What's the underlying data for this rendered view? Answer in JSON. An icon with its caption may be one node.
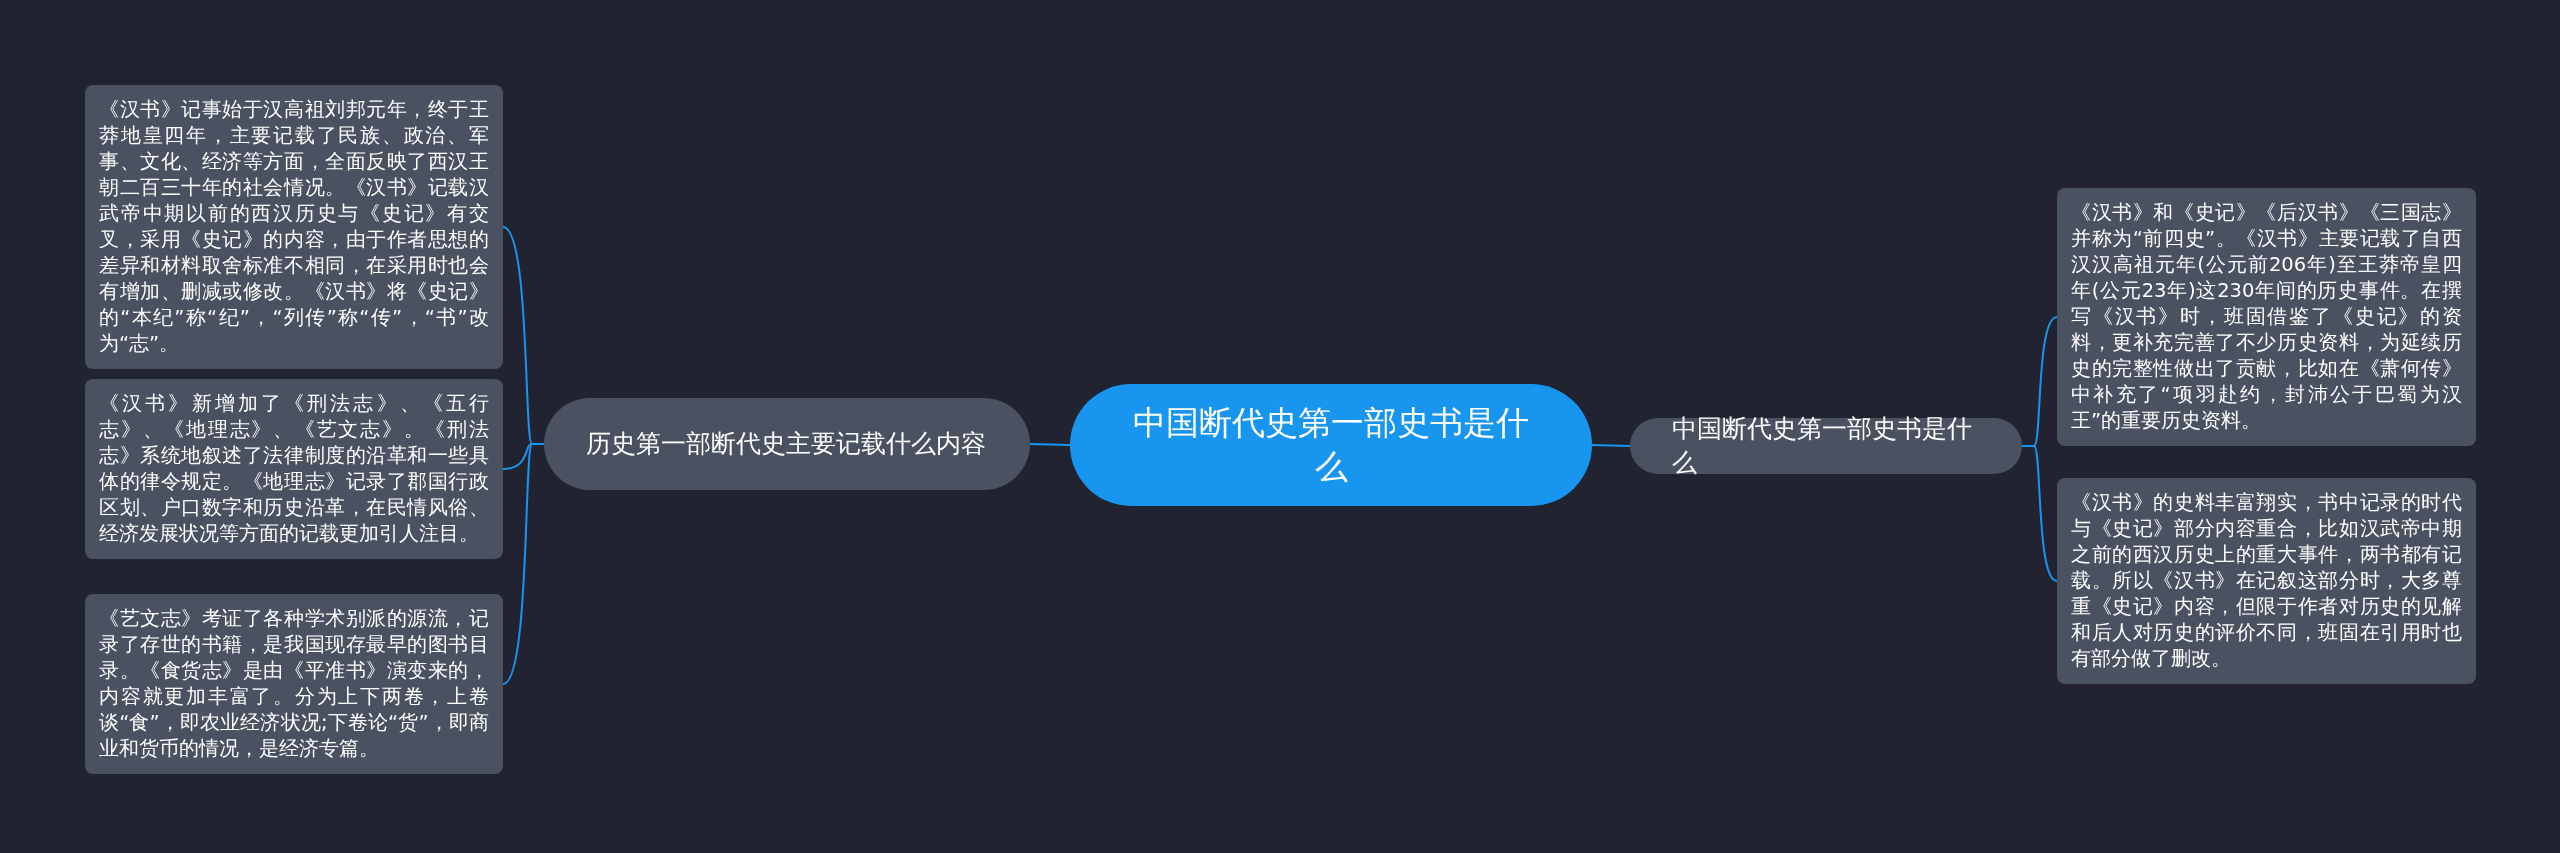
{
  "diagram": {
    "nodes": [
      {
        "text": [
          "中国断代史第一部史书是什么"
        ]
      },
      {
        "text": [
          "历史第一部断代史主要记载什么内容"
        ]
      },
      {
        "text": [
          "《汉书》记事始于汉高祖刘邦元年，终于王莽地皇四年，主要记载了民族、政治、军事、文化、经济等方面，全面反映了西汉王朝二百三十年的社会情况。《汉书》记载汉武帝中期以前的西汉历史与《史记》有交叉，采用《史记》的内容，由于作者思想的差异和材料取舍标准不相同，在采用时也会有增加、删减或修改。《汉书》将《史记》的“本纪”称“纪”，“列传”称“传”，“书”改为“志”。"
        ]
      },
      {
        "text": [
          "《汉书》新增加了《刑法志》、《五行志》、《地理志》、《艺文志》。《刑法志》系统地叙述了法律制度的沿革和一些具体的律令规定。《地理志》记录了郡国行政区划、户口数字和历史沿革，在民情风俗、经济发展状况等方面的记载更加引人注目。"
        ]
      },
      {
        "text": [
          "《艺文志》考证了各种学术别派的源流，记录了存世的书籍，是我国现存最早的图书目录。《食货志》是由《平准书》演变来的，内容就更加丰富了。分为上下两卷，上卷谈“食”，即农业经济状况;下卷论“货”，即商业和货币的情况，是经济专篇。"
        ]
      },
      {
        "text": [
          "中国断代史第一部史书是什么"
        ]
      },
      {
        "text": [
          "《汉书》和《史记》《后汉书》《三国志》并称为“前四史”。《汉书》主要记载了自西汉汉高祖元年(公元前206年)至王莽帝皇四年(公元23年)这230年间的历史事件。在撰写《汉书》时，班固借鉴了《史记》的资料，更补充完善了不少历史资料，为延续历史的完整性做出了贡献，比如在《萧何传》中补充了“项羽赴约，封沛公于巴蜀为汉王”的重要历史资料。"
        ]
      },
      {
        "text": [
          "《汉书》的史料丰富翔实，书中记录的时代与《史记》部分内容重合，比如汉武帝中期之前的西汉历史上的重大事件，两书都有记载。所以《汉书》在记叙这部分时，大多尊重《史记》内容，但限于作者对历史的见解和后人对历史的评价不同，班固在引用时也有部分做了删改。"
        ]
      }
    ],
    "edges": [
      {
        "from": 0,
        "to": 1,
        "arrow": "none"
      },
      {
        "from": 1,
        "to": 2,
        "arrow": "none"
      },
      {
        "from": 1,
        "to": 3,
        "arrow": "none"
      },
      {
        "from": 1,
        "to": 4,
        "arrow": "none"
      },
      {
        "from": 0,
        "to": 5,
        "arrow": "none"
      },
      {
        "from": 5,
        "to": 6,
        "arrow": "none"
      },
      {
        "from": 5,
        "to": 7,
        "arrow": "none"
      }
    ]
  }
}
